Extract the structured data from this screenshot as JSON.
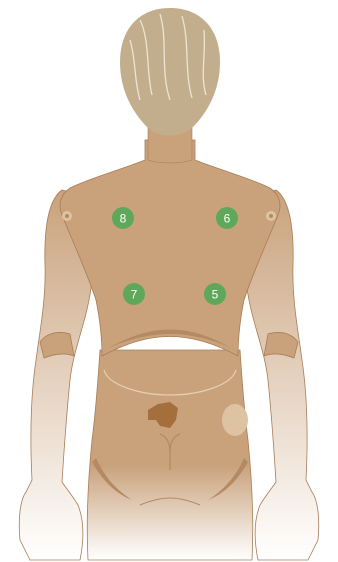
{
  "colors": {
    "skin": "#c9a27c",
    "skin_shadow": "#b48a62",
    "skin_line": "#a77d55",
    "hair": "#c2ae8c",
    "hair_highlight": "#eee4d2",
    "marker": "#5fa85a",
    "marker_text": "#ffffff",
    "port": "#ddc3a2",
    "background": "#ffffff"
  },
  "markers": [
    {
      "id": "8",
      "label": "8"
    },
    {
      "id": "6",
      "label": "6"
    },
    {
      "id": "7",
      "label": "7"
    },
    {
      "id": "5",
      "label": "5"
    }
  ]
}
